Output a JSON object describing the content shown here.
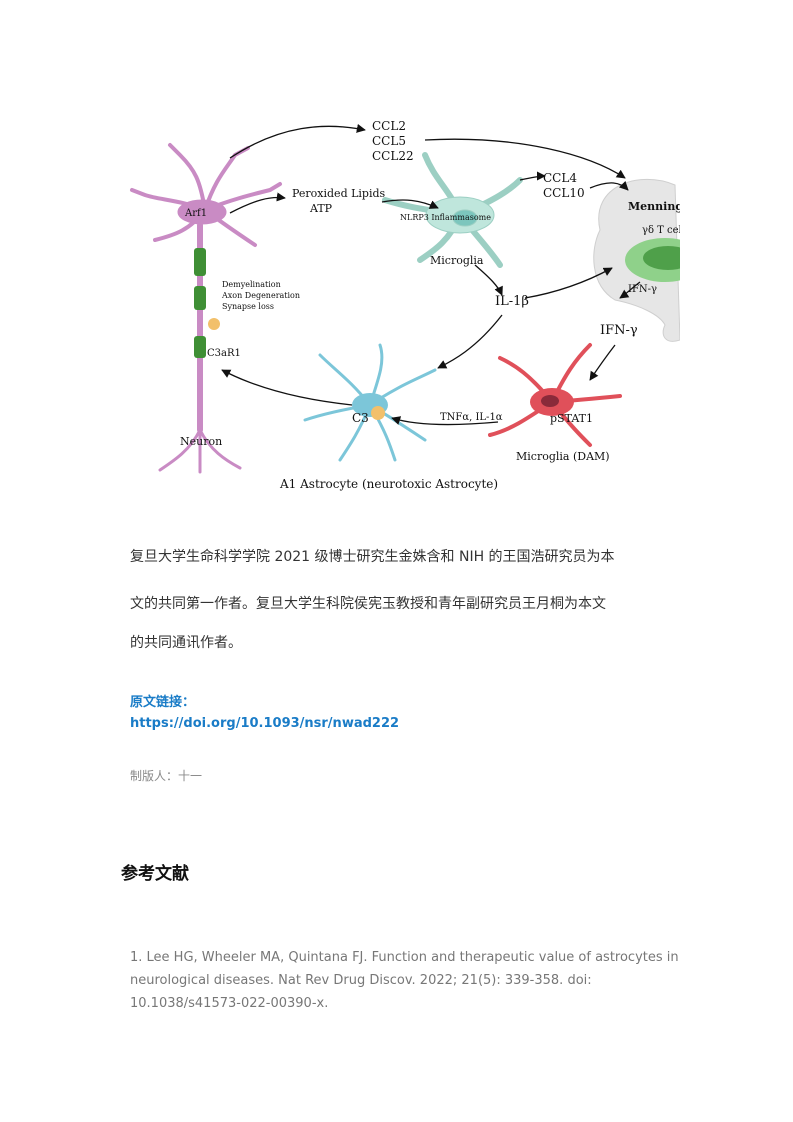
{
  "figure": {
    "labels": {
      "ccl2": "CCL2",
      "ccl5": "CCL5",
      "ccl22": "CCL22",
      "arf1": "Arf1",
      "peroxided_lipids": "Peroxided Lipids",
      "atp": "ATP",
      "nlrp3": "NLRP3 Inflammasome",
      "ccl4": "CCL4",
      "ccl10": "CCL10",
      "microglia": "Microglia",
      "meninges": "Menninges",
      "gd_t_cell": "γδ T cell",
      "ifn_g_small": "IFN-γ",
      "ifn_g_large": "IFN-γ",
      "demyelination": "Demyelination",
      "axon_degeneration": "Axon Degeneration",
      "synapse_loss": "Synapse loss",
      "c3ar1": "C3aR1",
      "il1b": "IL-1β",
      "neuron": "Neuron",
      "c3": "C3",
      "tnf_il1a": "TNFα, IL-1α",
      "pstat1": "pSTAT1",
      "microglia_dam": "Microglia (DAM)",
      "a1_astrocyte": "A1 Astrocyte (neurotoxic Astrocyte)"
    },
    "colors": {
      "neuron": "#c98bc4",
      "microglia": "#bfe6dc",
      "astrocyte": "#7cc6d9",
      "dam": "#e0505a",
      "myelin": "#3f8f35",
      "tcell": "#8fd18a",
      "meninges": "#e6e6e6"
    }
  },
  "paragraphs": {
    "p1": "复旦大学生命科学学院 2021 级博士研究生金姝含和 NIH 的王国浩研究员为本",
    "p2": "文的共同第一作者。复旦大学生科院侯宪玉教授和青年副研究员王月桐为本文",
    "p3": "的共同通讯作者。"
  },
  "source": {
    "label": "原文链接：",
    "url": "https://doi.org/10.1093/nsr/nwad222"
  },
  "editor": "制版人：十一",
  "references": {
    "heading": "参考文献",
    "items": [
      "1.  Lee HG, Wheeler MA, Quintana FJ. Function and therapeutic value of astrocytes in neurological diseases. Nat Rev Drug Discov. 2022; 21(5): 339-358. doi: 10.1038/s41573-022-00390-x."
    ]
  }
}
